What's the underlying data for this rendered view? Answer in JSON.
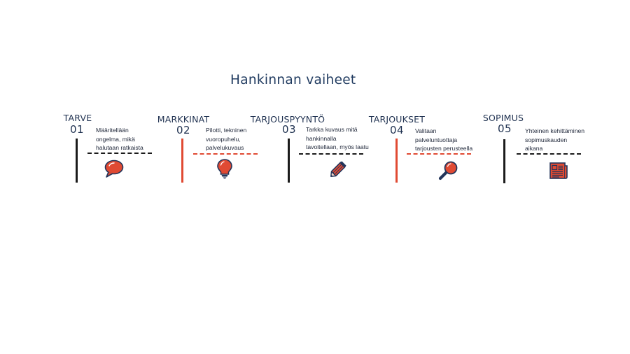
{
  "title": "Hankinnan vaiheet",
  "colors": {
    "dark": "#1b1b1b",
    "accent": "#e04a33",
    "navy": "#23355a"
  },
  "steps": [
    {
      "title": "TARVE",
      "number": "01",
      "bar": "dark",
      "lines": [
        "Määritellään",
        "ongelma, mikä",
        "halutaan ratkaista"
      ],
      "icon": "speech-bubble-icon"
    },
    {
      "title": "MARKKINAT",
      "number": "02",
      "bar": "accent",
      "lines": [
        "Pilotti, tekninen",
        "vuoropuhelu,",
        "palvelukuvaus"
      ],
      "icon": "lightbulb-icon"
    },
    {
      "title": "TARJOUSPYYNTÖ",
      "number": "03",
      "bar": "dark",
      "lines": [
        "Tarkka kuvaus mitä",
        "hankinnalla",
        "tavoitellaan, myös laatu"
      ],
      "icon": "pencil-icon"
    },
    {
      "title": "TARJOUKSET",
      "number": "04",
      "bar": "accent",
      "lines": [
        "Valitaan",
        "palveluntuottaja",
        "tarjousten perusteella"
      ],
      "icon": "magnifier-icon"
    },
    {
      "title": "SOPIMUS",
      "number": "05",
      "bar": "dark",
      "lines": [
        "Yhteinen kehittäminen",
        "sopimuskauden",
        "aikana"
      ],
      "icon": "newspaper-icon"
    }
  ]
}
